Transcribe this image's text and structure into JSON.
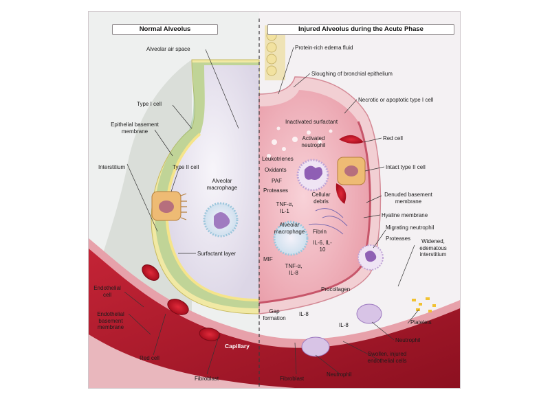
{
  "panels": {
    "left_title": "Normal Alveolus",
    "right_title": "Injured Alveolus during the Acute Phase"
  },
  "labels": {
    "alveolar_air_space": "Alveolar air space",
    "type_i_cell": "Type I cell",
    "epithelial_basement_membrane": "Epithelial basement membrane",
    "interstitium": "Interstitium",
    "type_ii_cell": "Type II cell",
    "alveolar_macrophage": "Alveolar macrophage",
    "surfactant_layer": "Surfactant layer",
    "endothelial_cell": "Endothelial cell",
    "endothelial_basement_membrane": "Endothelial basement membrane",
    "red_cell_left": "Red cell",
    "fibroblast_left": "Fibroblast",
    "capillary": "Capillary",
    "protein_rich_edema_fluid": "Protein-rich edema fluid",
    "sloughing_bronchial_epithelium": "Sloughing of bronchial epithelium",
    "necrotic_type_i_cell": "Necrotic or apoptotic type I cell",
    "inactivated_surfactant": "Inactivated surfactant",
    "activated_neutrophil": "Activated neutrophil",
    "red_cell_right": "Red cell",
    "leukotrienes": "Leukotrienes",
    "oxidants": "Oxidants",
    "paf": "PAF",
    "proteases_1": "Proteases",
    "intact_type_ii_cell": "Intact type II cell",
    "tnf_il1": "TNF-α, IL-1",
    "cellular_debris": "Cellular debris",
    "denuded_basement_membrane": "Denuded basement membrane",
    "hyaline_membrane": "Hyaline membrane",
    "alveolar_macrophage_right": "Alveolar macrophage",
    "fibrin": "Fibrin",
    "il6_il10": "IL-6, IL-10",
    "migrating_neutrophil": "Migrating neutrophil",
    "proteases_2": "Proteases",
    "widened_interstitium": "Widened, edematous interstitium",
    "mif": "MIF",
    "tnf_il8": "TNF-α, IL-8",
    "procollagen": "Procollagen",
    "gap_formation": "Gap formation",
    "il8_1": "IL-8",
    "il8_2": "IL-8",
    "platelets": "Platelets",
    "neutrophil_1": "Neutrophil",
    "swollen_endothelial": "Swollen, injured endothelial cells",
    "fibroblast_right": "Fibroblast",
    "neutrophil_2": "Neutrophil"
  },
  "colors": {
    "vessel_red": "#a8192b",
    "vessel_wall": "#e08a95",
    "surfactant_yellow": "#efe39a",
    "edema_pink": "#f0b8c0",
    "alveolus_lavender": "#e6e2ee",
    "cell_purple": "#a07bc0"
  }
}
